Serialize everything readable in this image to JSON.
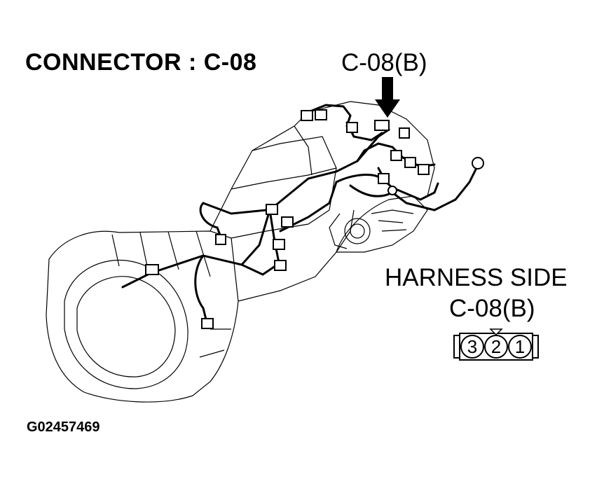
{
  "title": "CONNECTOR : C-08",
  "callout_label": "C-08(B)",
  "harness": {
    "title": "HARNESS SIDE",
    "connector_id": "C-08(B)",
    "pins": [
      "3",
      "2",
      "1"
    ]
  },
  "figure_id": "G02457469",
  "icons": [
    "arrow-down-icon",
    "connector-face-icon"
  ]
}
